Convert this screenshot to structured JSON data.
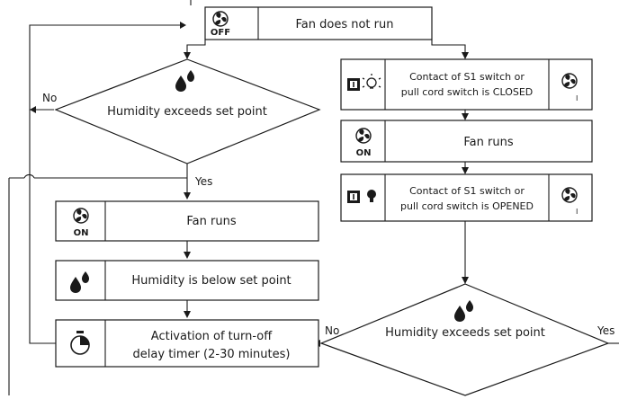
{
  "nodes": {
    "fan_off": "Fan does not run",
    "humidity_left": "Humidity exceeds set point",
    "fan_runs_left": "Fan runs",
    "humidity_below": "Humidity is below set point",
    "timer_line1": "Activation of turn-off",
    "timer_line2": "delay timer (2-30 minutes)",
    "switch_closed_line1": "Contact of S1 switch or",
    "switch_closed_line2": "pull cord switch is CLOSED",
    "fan_runs_right": "Fan runs",
    "switch_opened_line1": "Contact of S1 switch or",
    "switch_opened_line2": "pull cord switch is OPENED",
    "humidity_right": "Humidity exceeds set point"
  },
  "labels": {
    "no_left": "No",
    "yes_left": "Yes",
    "no_right": "No",
    "yes_right": "Yes"
  },
  "icons": {
    "off_badge": "OFF",
    "on_badge": "ON",
    "fan_indicator": "I"
  }
}
